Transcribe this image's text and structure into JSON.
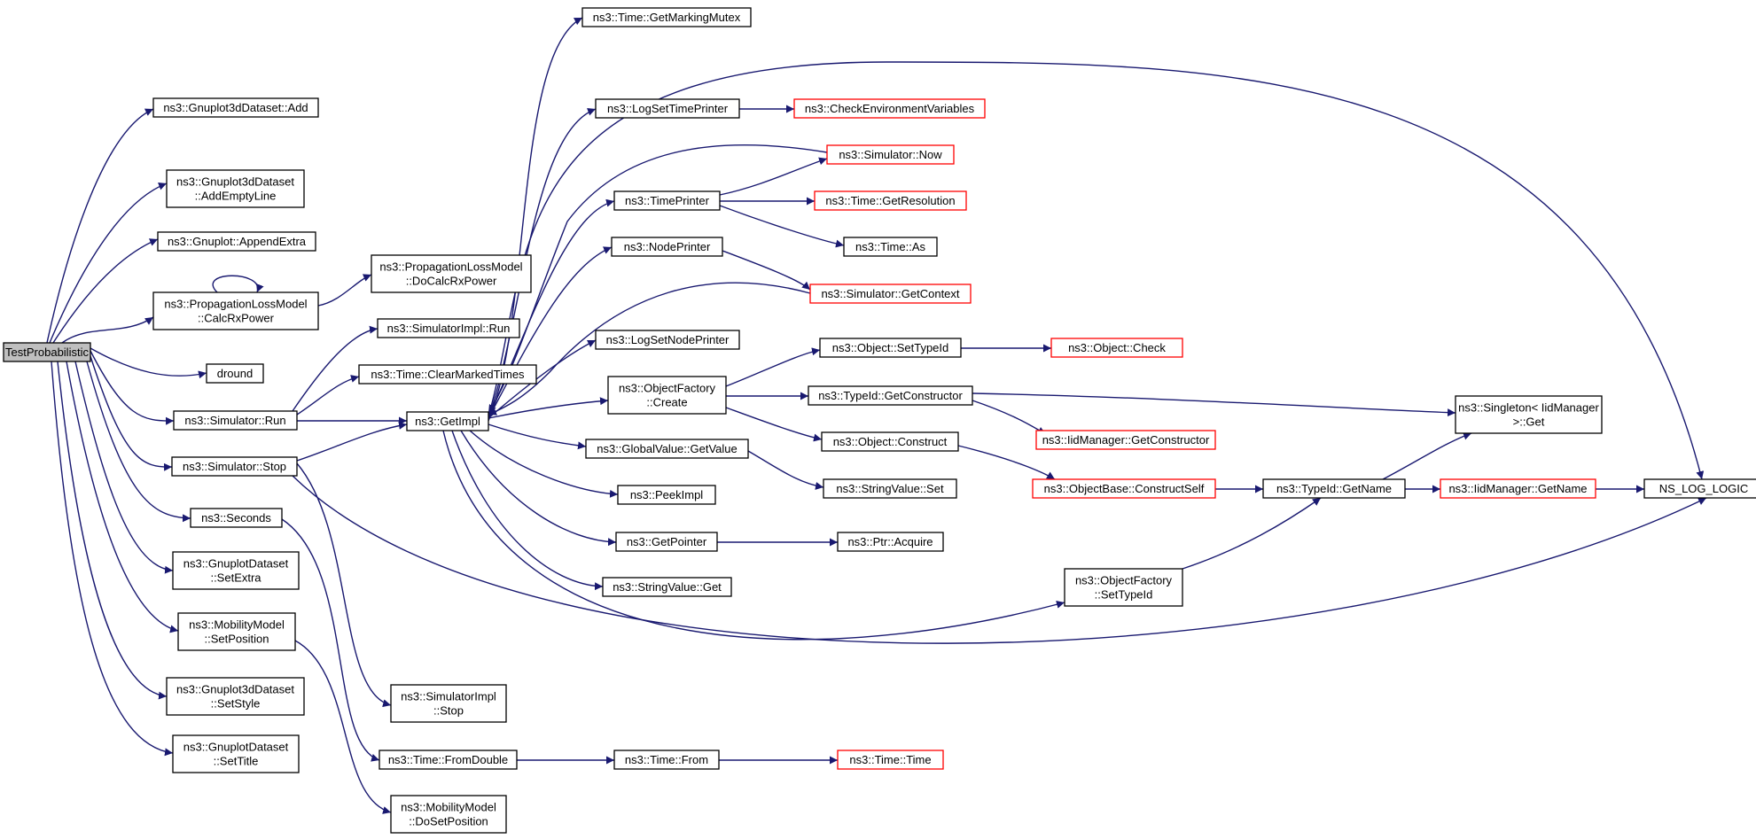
{
  "diagram": {
    "type": "call-graph",
    "colors": {
      "edge": "#191970",
      "red_border": "#ff0000",
      "black_border": "#000000",
      "root_fill": "#bfbfbf"
    },
    "nodes": [
      {
        "id": "root",
        "lines": [
          "TestProbabilistic"
        ],
        "style": "root"
      },
      {
        "id": "g3d_add",
        "lines": [
          "ns3::Gnuplot3dDataset::Add"
        ],
        "style": "black"
      },
      {
        "id": "g3d_addempty",
        "lines": [
          "ns3::Gnuplot3dDataset",
          "::AddEmptyLine"
        ],
        "style": "black"
      },
      {
        "id": "gp_append",
        "lines": [
          "ns3::Gnuplot::AppendExtra"
        ],
        "style": "black"
      },
      {
        "id": "plm_calc",
        "lines": [
          "ns3::PropagationLossModel",
          "::CalcRxPower"
        ],
        "style": "black"
      },
      {
        "id": "dround",
        "lines": [
          "dround"
        ],
        "style": "black"
      },
      {
        "id": "sim_run",
        "lines": [
          "ns3::Simulator::Run"
        ],
        "style": "black"
      },
      {
        "id": "sim_stop",
        "lines": [
          "ns3::Simulator::Stop"
        ],
        "style": "black"
      },
      {
        "id": "seconds",
        "lines": [
          "ns3::Seconds"
        ],
        "style": "black"
      },
      {
        "id": "gpd_setextra",
        "lines": [
          "ns3::GnuplotDataset",
          "::SetExtra"
        ],
        "style": "black"
      },
      {
        "id": "mm_setpos",
        "lines": [
          "ns3::MobilityModel",
          "::SetPosition"
        ],
        "style": "black"
      },
      {
        "id": "g3d_setstyle",
        "lines": [
          "ns3::Gnuplot3dDataset",
          "::SetStyle"
        ],
        "style": "black"
      },
      {
        "id": "gpd_settitle",
        "lines": [
          "ns3::GnuplotDataset",
          "::SetTitle"
        ],
        "style": "black"
      },
      {
        "id": "plm_docalc",
        "lines": [
          "ns3::PropagationLossModel",
          "::DoCalcRxPower"
        ],
        "style": "black"
      },
      {
        "id": "simimpl_run",
        "lines": [
          "ns3::SimulatorImpl::Run"
        ],
        "style": "black"
      },
      {
        "id": "time_clearmarked",
        "lines": [
          "ns3::Time::ClearMarkedTimes"
        ],
        "style": "black"
      },
      {
        "id": "getimpl",
        "lines": [
          "ns3::GetImpl"
        ],
        "style": "black"
      },
      {
        "id": "simimpl_stop",
        "lines": [
          "ns3::SimulatorImpl",
          "::Stop"
        ],
        "style": "black"
      },
      {
        "id": "time_fromdouble",
        "lines": [
          "ns3::Time::FromDouble"
        ],
        "style": "black"
      },
      {
        "id": "mm_dosetpos",
        "lines": [
          "ns3::MobilityModel",
          "::DoSetPosition"
        ],
        "style": "black"
      },
      {
        "id": "time_getmarkingmutex",
        "lines": [
          "ns3::Time::GetMarkingMutex"
        ],
        "style": "black"
      },
      {
        "id": "logsettimeprinter",
        "lines": [
          "ns3::LogSetTimePrinter"
        ],
        "style": "black"
      },
      {
        "id": "timeprinter",
        "lines": [
          "ns3::TimePrinter"
        ],
        "style": "black"
      },
      {
        "id": "nodeprinter",
        "lines": [
          "ns3::NodePrinter"
        ],
        "style": "black"
      },
      {
        "id": "logsetnodeprinter",
        "lines": [
          "ns3::LogSetNodePrinter"
        ],
        "style": "black"
      },
      {
        "id": "objfactory_create",
        "lines": [
          "ns3::ObjectFactory",
          "::Create"
        ],
        "style": "black"
      },
      {
        "id": "globalvalue_getvalue",
        "lines": [
          "ns3::GlobalValue::GetValue"
        ],
        "style": "black"
      },
      {
        "id": "peekimpl",
        "lines": [
          "ns3::PeekImpl"
        ],
        "style": "black"
      },
      {
        "id": "getpointer",
        "lines": [
          "ns3::GetPointer"
        ],
        "style": "black"
      },
      {
        "id": "stringvalue_get",
        "lines": [
          "ns3::StringValue::Get"
        ],
        "style": "black"
      },
      {
        "id": "time_from",
        "lines": [
          "ns3::Time::From"
        ],
        "style": "black"
      },
      {
        "id": "checkenv",
        "lines": [
          "ns3::CheckEnvironmentVariables"
        ],
        "style": "red"
      },
      {
        "id": "sim_now",
        "lines": [
          "ns3::Simulator::Now"
        ],
        "style": "red"
      },
      {
        "id": "time_getres",
        "lines": [
          "ns3::Time::GetResolution"
        ],
        "style": "red"
      },
      {
        "id": "time_as",
        "lines": [
          "ns3::Time::As"
        ],
        "style": "black"
      },
      {
        "id": "sim_getcontext",
        "lines": [
          "ns3::Simulator::GetContext"
        ],
        "style": "red"
      },
      {
        "id": "obj_settypeid",
        "lines": [
          "ns3::Object::SetTypeId"
        ],
        "style": "black"
      },
      {
        "id": "typeid_getctor",
        "lines": [
          "ns3::TypeId::GetConstructor"
        ],
        "style": "black"
      },
      {
        "id": "obj_construct",
        "lines": [
          "ns3::Object::Construct"
        ],
        "style": "black"
      },
      {
        "id": "stringvalue_set",
        "lines": [
          "ns3::StringValue::Set"
        ],
        "style": "black"
      },
      {
        "id": "ptr_acquire",
        "lines": [
          "ns3::Ptr::Acquire"
        ],
        "style": "black"
      },
      {
        "id": "time_time",
        "lines": [
          "ns3::Time::Time"
        ],
        "style": "red"
      },
      {
        "id": "obj_check",
        "lines": [
          "ns3::Object::Check"
        ],
        "style": "red"
      },
      {
        "id": "iid_getctor",
        "lines": [
          "ns3::IidManager::GetConstructor"
        ],
        "style": "red"
      },
      {
        "id": "objbase_constructself",
        "lines": [
          "ns3::ObjectBase::ConstructSelf"
        ],
        "style": "red"
      },
      {
        "id": "objfactory_settypeid",
        "lines": [
          "ns3::ObjectFactory",
          "::SetTypeId"
        ],
        "style": "black"
      },
      {
        "id": "typeid_getname",
        "lines": [
          "ns3::TypeId::GetName"
        ],
        "style": "black"
      },
      {
        "id": "singleton_get",
        "lines": [
          "ns3::Singleton< IidManager",
          ">::Get"
        ],
        "style": "black"
      },
      {
        "id": "iid_getname",
        "lines": [
          "ns3::IidManager::GetName"
        ],
        "style": "red"
      },
      {
        "id": "ns_log_logic",
        "lines": [
          "NS_LOG_LOGIC"
        ],
        "style": "black"
      }
    ]
  }
}
